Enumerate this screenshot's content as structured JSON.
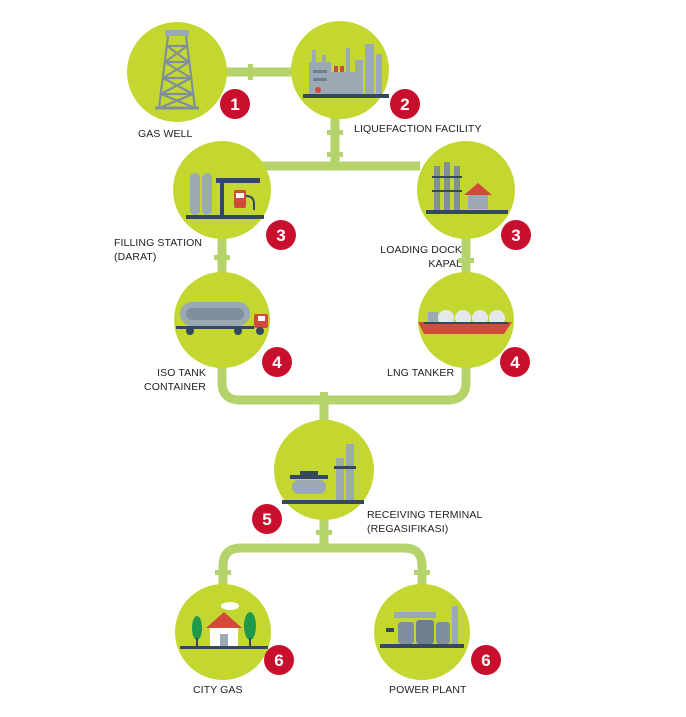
{
  "colors": {
    "circle": "#c4d731",
    "pipe": "#b4d36b",
    "badge": "#c8102e",
    "icon": "#9aa9b4",
    "accent": "#d24a3a"
  },
  "nodes": {
    "gas_well": {
      "number": "1",
      "label": [
        "GAS WELL"
      ],
      "icon": "oil-derrick-icon"
    },
    "liquefaction": {
      "number": "2",
      "label": [
        "LIQUEFACTION FACILITY"
      ],
      "icon": "factory-icon"
    },
    "filling_station": {
      "number": "3",
      "label": [
        "FILLING STATION",
        "(DARAT)"
      ],
      "icon": "fuel-station-icon"
    },
    "loading_dock": {
      "number": "3",
      "label": [
        "LOADING DOCK",
        "KAPAL"
      ],
      "icon": "dock-icon"
    },
    "iso_tank": {
      "number": "4",
      "label": [
        "ISO TANK",
        "CONTAINER"
      ],
      "icon": "tank-truck-icon"
    },
    "lng_tanker": {
      "number": "4",
      "label": [
        "LNG TANKER"
      ],
      "icon": "ship-icon"
    },
    "receiving_terminal": {
      "number": "5",
      "label": [
        "RECEIVING TERMINAL",
        "(REGASIFIKASI)"
      ],
      "icon": "terminal-icon"
    },
    "city_gas": {
      "number": "6",
      "label": [
        "CITY GAS"
      ],
      "icon": "house-icon"
    },
    "power_plant": {
      "number": "6",
      "label": [
        "POWER PLANT"
      ],
      "icon": "power-plant-icon"
    }
  }
}
